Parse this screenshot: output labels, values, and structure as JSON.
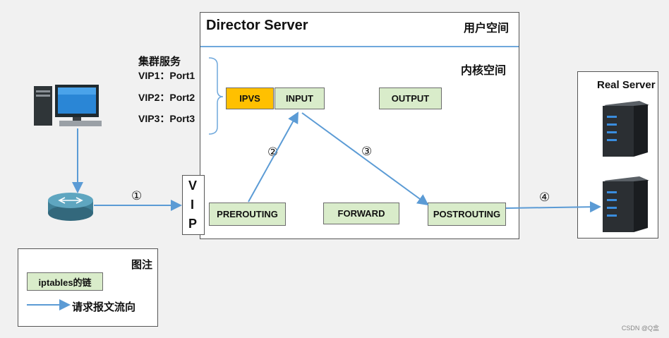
{
  "director": {
    "title": "Director Server",
    "user_space": "用户空间",
    "kernel_space": "内核空间"
  },
  "services": {
    "title": "集群服务",
    "items": [
      "VIP1：Port1",
      "VIP2：Port2",
      "VIP3：Port3"
    ]
  },
  "chains": {
    "ipvs": "IPVS",
    "input": "INPUT",
    "output": "OUTPUT",
    "prerouting": "PREROUTING",
    "forward": "FORWARD",
    "postrouting": "POSTROUTING"
  },
  "vip": [
    "V",
    "I",
    "P"
  ],
  "steps": [
    "①",
    "②",
    "③",
    "④"
  ],
  "real_server": {
    "title": "Real Server"
  },
  "legend": {
    "title": "图注",
    "chain_label": "iptables的链",
    "arrow_label": "请求报文流向"
  },
  "watermark": "CSDN @Q盒",
  "colors": {
    "arrow": "#5b9bd5",
    "chain_fill": "#d9ecca",
    "ipvs_fill": "#ffc000",
    "server_dark": "#2b2f33",
    "server_led": "#3a8dde"
  }
}
